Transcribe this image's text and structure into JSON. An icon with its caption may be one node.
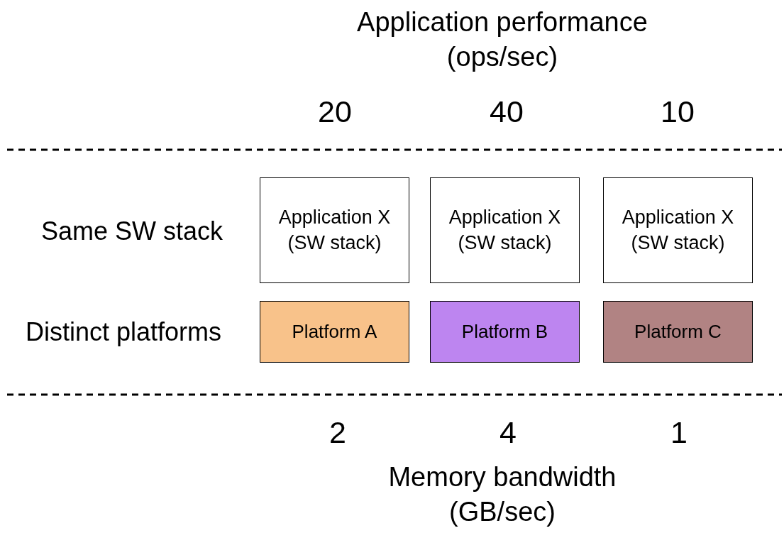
{
  "diagram": {
    "nodes": [
      {
        "text": [
          "Application X (SW stack)"
        ]
      },
      {
        "text": [
          "Application X (SW stack)"
        ]
      },
      {
        "text": [
          "Application X (SW stack)"
        ]
      },
      {
        "text": [
          "Platform A"
        ]
      },
      {
        "text": [
          "Platform B"
        ]
      },
      {
        "text": [
          "Platform C"
        ]
      }
    ],
    "labels": [
      "Application performance (ops/sec)",
      "20",
      "40",
      "10",
      "Same SW stack",
      "Distinct platforms",
      "2",
      "4",
      "1",
      "Memory bandwidth (GB/sec)"
    ]
  }
}
